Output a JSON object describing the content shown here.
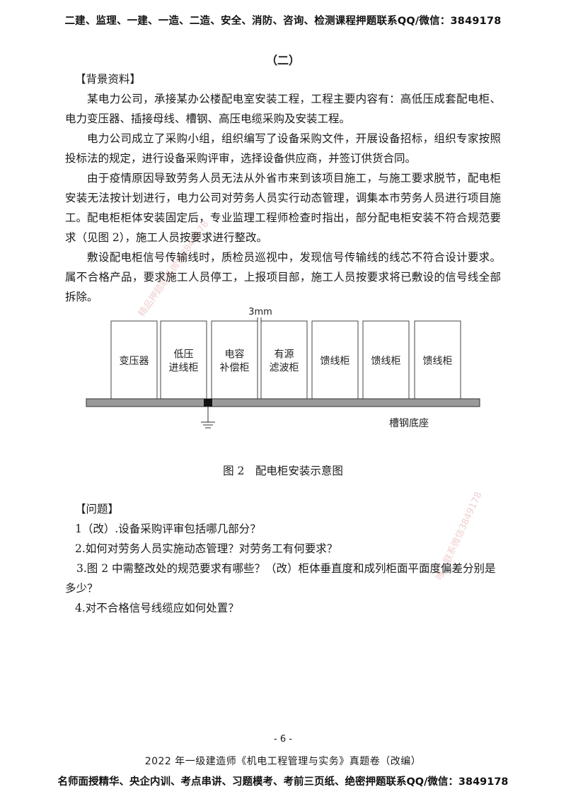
{
  "header": {
    "banner": "二建、监理、一建、一造、二造、安全、消防、咨询、检测课程押题联系QQ/微信：3849178"
  },
  "section": {
    "title": "（二）"
  },
  "background": {
    "heading": "【背景资料】",
    "paragraphs": [
      "某电力公司，承接某办公楼配电室安装工程，工程主要内容有：高低压成套配电柜、电力变压器、插接母线、槽钢、高压电缆采购及安装工程。",
      "电力公司成立了采购小组，组织编写了设备采购文件，开展设备招标，组织专家按照投标法的规定，进行设备采购评审，选择设备供应商，并签订供货合同。",
      "由于疫情原因导致劳务人员无法从外省市来到该项目施工，与施工要求脱节，配电柜安装无法按计划进行，电力公司对劳务人员实行动态管理，调集本市劳务人员进行项目施工。",
      "配电柜柜体安装固定后，专业监理工程师检查时指出，部分配电柜安装不符合规范要求（见图 2），施工人员按要求进行整改。",
      "敷设配电柜信号传输线时，质检员巡视中，发现信号传输线的线芯不符合设计要求。属不合格产品，要求施工人员停工，上报项目部，施工人员按要求将已敷设的信号线全部拆除。"
    ]
  },
  "figure": {
    "gap_label": "3mm",
    "cabinets": [
      [
        "变压器"
      ],
      [
        "低压",
        "进线柜"
      ],
      [
        "电容",
        "补偿柜"
      ],
      [
        "有源",
        "滤波柜"
      ],
      [
        "馈线柜"
      ],
      [
        "馈线柜"
      ],
      [
        "馈线柜"
      ]
    ],
    "base_label": "槽钢底座",
    "caption": "图 2　配电柜安装示意图"
  },
  "questions": {
    "heading": "【问题】",
    "q1": "1（改）.设备采购评审包括哪几部分？",
    "q2": "2.如何对劳务人员实施动态管理？对劳务工有何要求？",
    "q3": "3.图 2 中需整改处的规范要求有哪些？（改）柜体垂直度和成列柜面平面度偏差分别是多少？",
    "q4": "4.对不合格信号线缆应如何处置？"
  },
  "footer": {
    "page_number": "- 6 -",
    "doc_title": "2022 年一级建造师《机电工程管理与实务》真题卷（改编）",
    "banner": "名师面授精华、央企内训、考点串讲、习题模考、考前三页纸、绝密押题联系QQ/微信：3849178"
  },
  "watermarks": {
    "left": "精品押题联系微信3849178",
    "right": "唯一联系微信3849178"
  }
}
